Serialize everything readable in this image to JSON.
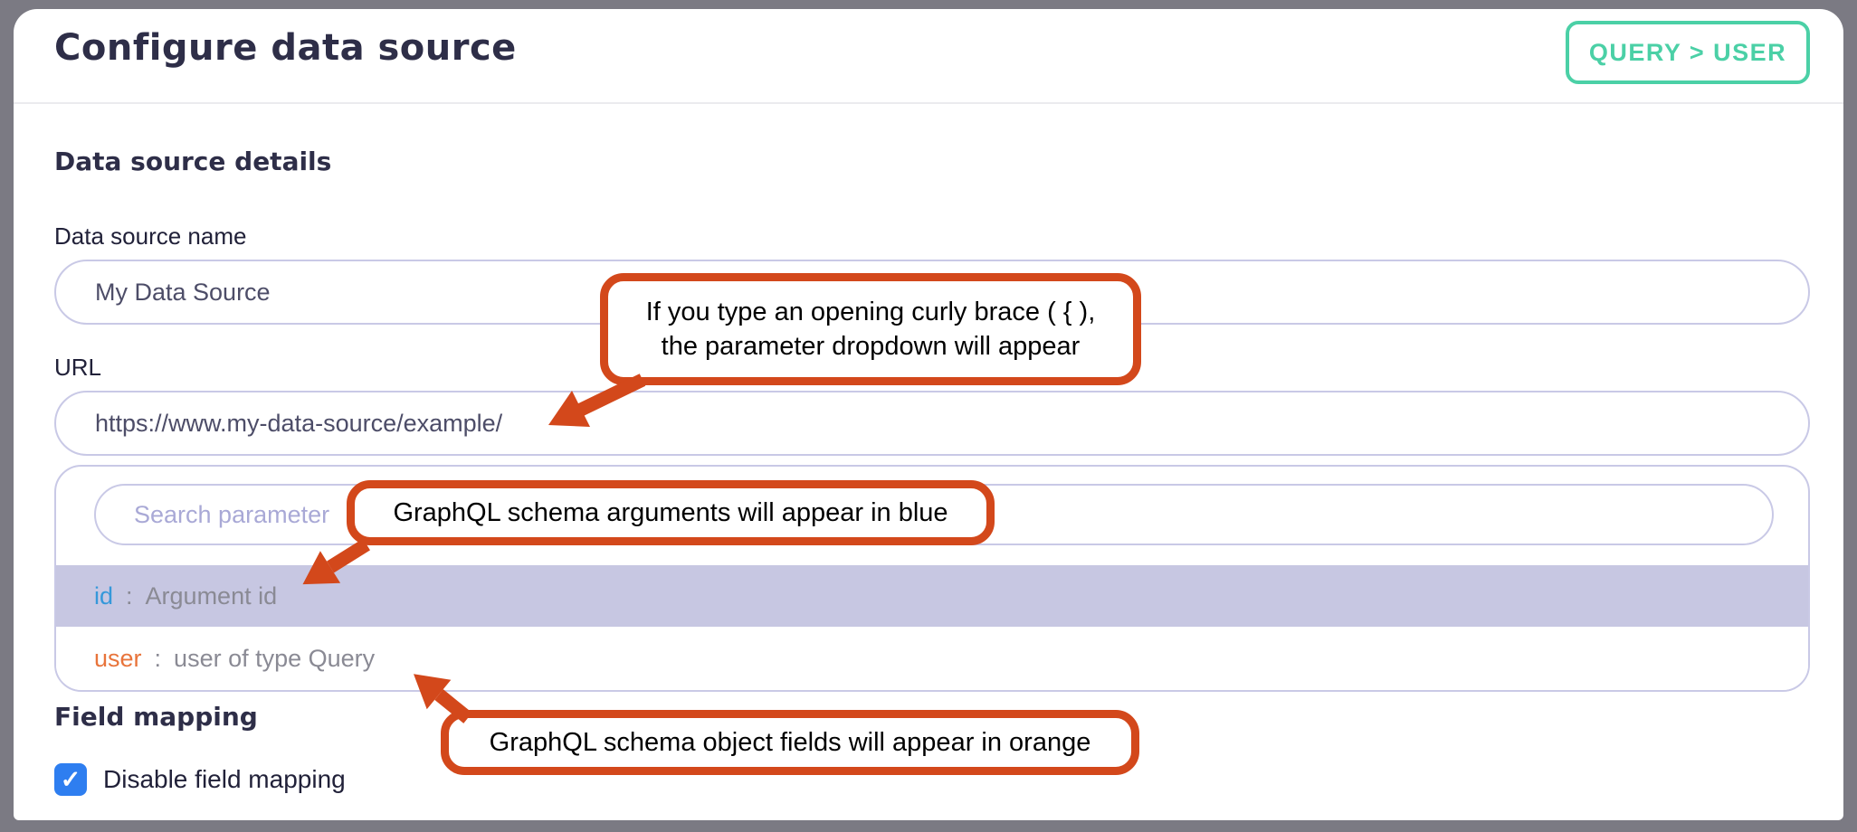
{
  "header": {
    "title": "Configure data source",
    "badge": "QUERY > USER"
  },
  "sections": {
    "details_heading": "Data source details",
    "field_mapping_heading": "Field mapping"
  },
  "fields": {
    "name": {
      "label": "Data source name",
      "value": "My Data Source"
    },
    "url": {
      "label": "URL",
      "value": "https://www.my-data-source/example/"
    }
  },
  "dropdown": {
    "search_placeholder": "Search parameter",
    "items": [
      {
        "name": "id",
        "separator": ":",
        "description": "Argument id",
        "name_color": "#3598da",
        "highlighted": true
      },
      {
        "name": "user",
        "separator": ":",
        "description": "user of type Query",
        "name_color": "#e8743b",
        "highlighted": false
      }
    ]
  },
  "field_mapping": {
    "checkbox_label": "Disable field mapping",
    "checked": true,
    "checkmark": "✓"
  },
  "annotations": {
    "curly_brace": {
      "line1": "If you type an opening curly brace ( { ),",
      "line2": "the parameter dropdown will appear"
    },
    "arguments_blue": {
      "text": "GraphQL schema arguments will appear in blue"
    },
    "fields_orange": {
      "text": "GraphQL schema object fields will appear in orange"
    }
  },
  "colors": {
    "accent_teal": "#4bd0a6",
    "annotation_orange": "#d3481b",
    "highlight_row": "#c7c7e2",
    "checkbox_blue": "#2e7ef0",
    "argument_blue": "#3598da",
    "object_field_orange": "#e8743b",
    "input_border": "#c9c9e6"
  }
}
